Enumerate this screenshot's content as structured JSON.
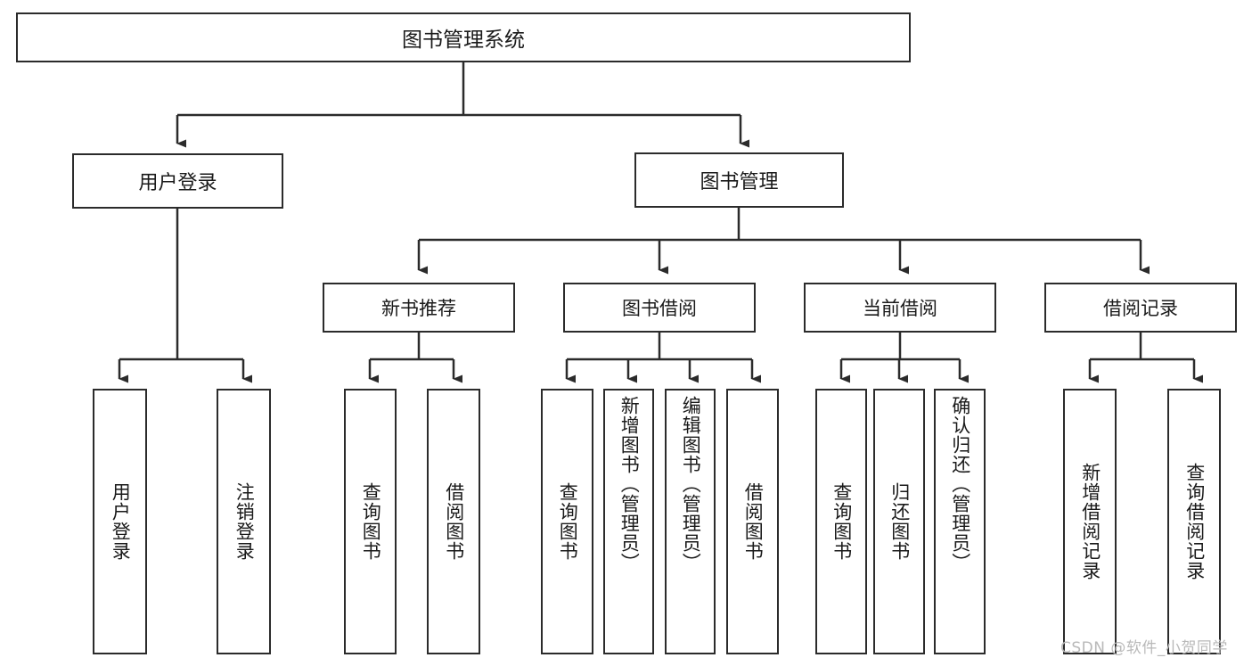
{
  "diagram": {
    "title": "图书管理系统",
    "type": "tree-hierarchy-chart",
    "watermark": "CSDN @软件_小贺同学",
    "colors": {
      "stroke": "#2b2b2b",
      "fill": "#ffffff",
      "text": "#1a1a1a",
      "watermark": "#b9b9b9"
    },
    "nodes": {
      "root": {
        "label": "图书管理系统"
      },
      "level1": [
        {
          "id": "user-login",
          "label": "用户登录"
        },
        {
          "id": "book-management",
          "label": "图书管理"
        }
      ],
      "level2": [
        {
          "id": "new-book-recommend",
          "label": "新书推荐",
          "parent": "book-management"
        },
        {
          "id": "book-borrow",
          "label": "图书借阅",
          "parent": "book-management"
        },
        {
          "id": "current-borrow",
          "label": "当前借阅",
          "parent": "book-management"
        },
        {
          "id": "borrow-record",
          "label": "借阅记录",
          "parent": "book-management"
        }
      ],
      "leaves": [
        {
          "id": "leaf-user-login",
          "label": "用户登录",
          "parent": "user-login"
        },
        {
          "id": "leaf-logout-login",
          "label": "注销登录",
          "parent": "user-login"
        },
        {
          "id": "leaf-query-book-1",
          "label": "查询图书",
          "parent": "new-book-recommend"
        },
        {
          "id": "leaf-borrow-book-1",
          "label": "借阅图书",
          "parent": "new-book-recommend"
        },
        {
          "id": "leaf-query-book-2",
          "label": "查询图书",
          "parent": "book-borrow"
        },
        {
          "id": "leaf-add-book",
          "label": "新增图书（管理员）",
          "parent": "book-borrow"
        },
        {
          "id": "leaf-edit-book",
          "label": "编辑图书（管理员）",
          "parent": "book-borrow"
        },
        {
          "id": "leaf-borrow-book-2",
          "label": "借阅图书",
          "parent": "book-borrow"
        },
        {
          "id": "leaf-query-book-3",
          "label": "查询图书",
          "parent": "current-borrow"
        },
        {
          "id": "leaf-return-book",
          "label": "归还图书",
          "parent": "current-borrow"
        },
        {
          "id": "leaf-confirm-return",
          "label": "确认归还（管理员）",
          "parent": "current-borrow"
        },
        {
          "id": "leaf-add-record",
          "label": "新增借阅记录",
          "parent": "borrow-record"
        },
        {
          "id": "leaf-query-record",
          "label": "查询借阅记录",
          "parent": "borrow-record"
        }
      ]
    }
  }
}
